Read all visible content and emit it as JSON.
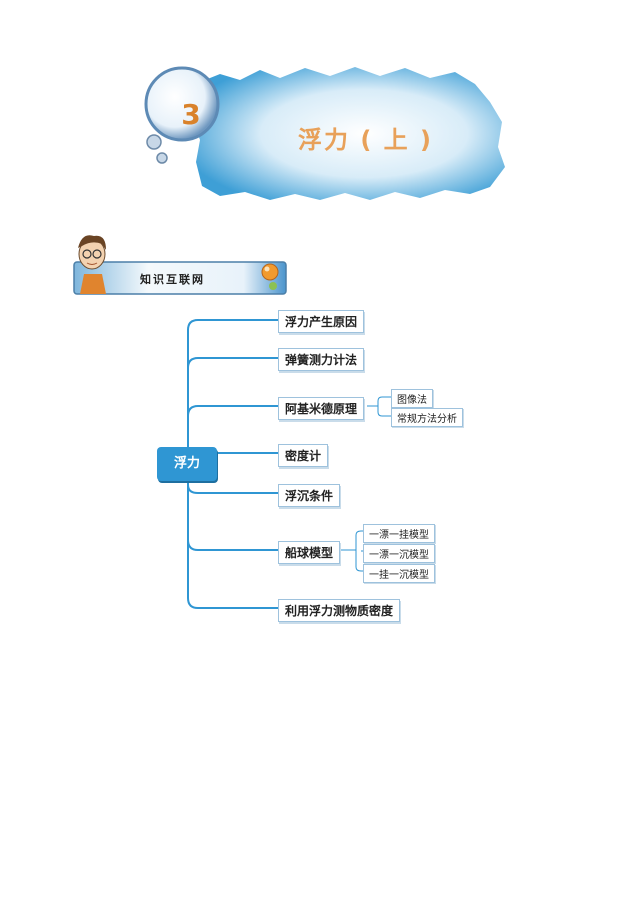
{
  "header": {
    "chapter_number": "3",
    "chapter_title": "浮力 ( 上 )"
  },
  "badge": {
    "label": "知识互联网"
  },
  "mindmap": {
    "root": "浮力",
    "branches": [
      {
        "label": "浮力产生原因",
        "children": []
      },
      {
        "label": "弹簧测力计法",
        "children": []
      },
      {
        "label": "阿基米德原理",
        "children": [
          "图像法",
          "常规方法分析"
        ]
      },
      {
        "label": "密度计",
        "children": []
      },
      {
        "label": "浮沉条件",
        "children": []
      },
      {
        "label": "船球模型",
        "children": [
          "一漂一挂模型",
          "一漂一沉模型",
          "一挂一沉模型"
        ]
      },
      {
        "label": "利用浮力测物质密度",
        "children": []
      }
    ]
  },
  "colors": {
    "accent": "#2f96d3",
    "title": "#e8a15a",
    "line": "#2f96d3"
  }
}
